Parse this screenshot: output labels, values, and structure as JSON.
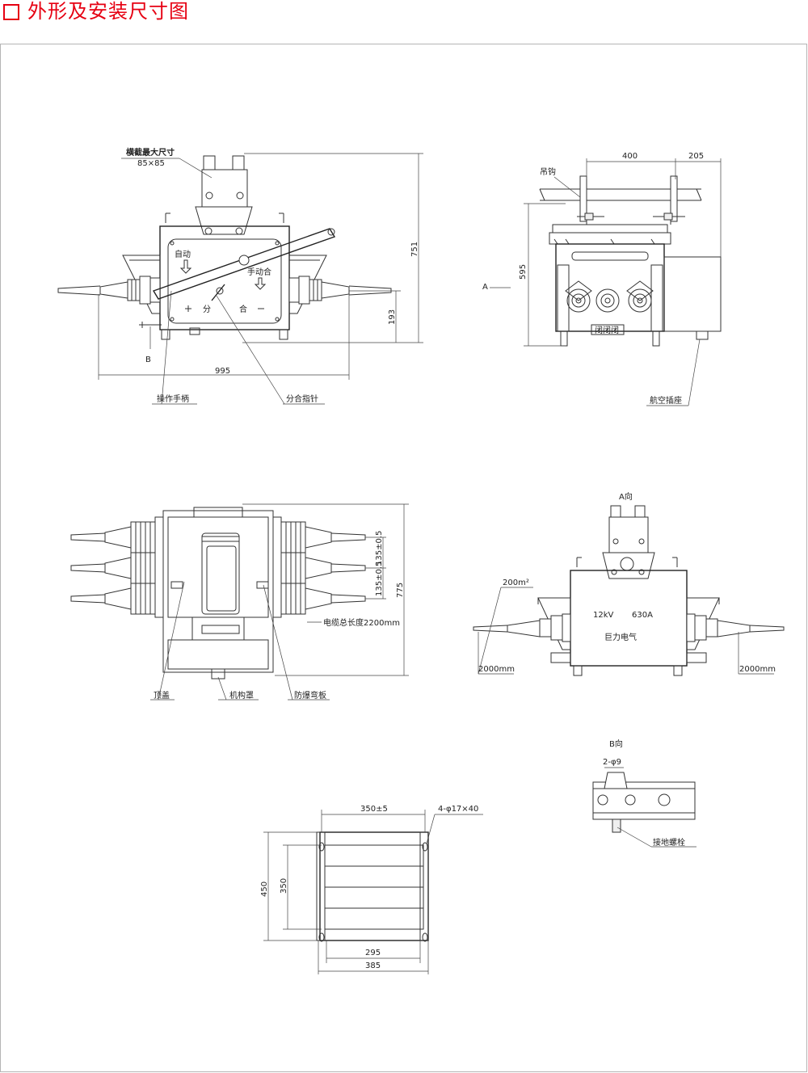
{
  "header": {
    "title": "外形及安装尺寸图",
    "accent_color": "#e60012"
  },
  "front_view": {
    "section_label": "横截最大尺寸",
    "section_size": "85×85",
    "auto_label": "自动",
    "manual_close_label": "手动合",
    "open_label": "分",
    "close_label": "合",
    "dim_width": "995",
    "dim_height": "751",
    "dim_lower": "193",
    "view_b_marker": "B",
    "callout_handle": "操作手柄",
    "callout_indicator": "分合指针"
  },
  "side_view": {
    "dim_400": "400",
    "dim_205": "205",
    "dim_595": "595",
    "hook_label": "吊钩",
    "view_a_marker": "A",
    "plate_text": "闭闭闭",
    "callout_socket": "航空插座"
  },
  "top_view": {
    "dim_pitch_1": "135±0.5",
    "dim_pitch_2": "135±0.5",
    "dim_775": "775",
    "cable_note": "电缆总长度2200mm",
    "callout_cover": "顶盖",
    "callout_mechanism": "机构罩",
    "callout_plate": "防爆弯板"
  },
  "view_a": {
    "title": "A向",
    "cable_area": "200m²",
    "rating_voltage": "12kV",
    "rating_current": "630A",
    "brand": "巨力电气",
    "cable_left": "2000mm",
    "cable_right": "2000mm"
  },
  "view_b": {
    "title": "B向",
    "hole_note": "2-φ9",
    "callout_bolt": "接地螺栓"
  },
  "mount_view": {
    "dim_350_5": "350±5",
    "hole_spec": "4-φ17×40",
    "dim_450": "450",
    "dim_350": "350",
    "dim_295": "295",
    "dim_385": "385"
  }
}
